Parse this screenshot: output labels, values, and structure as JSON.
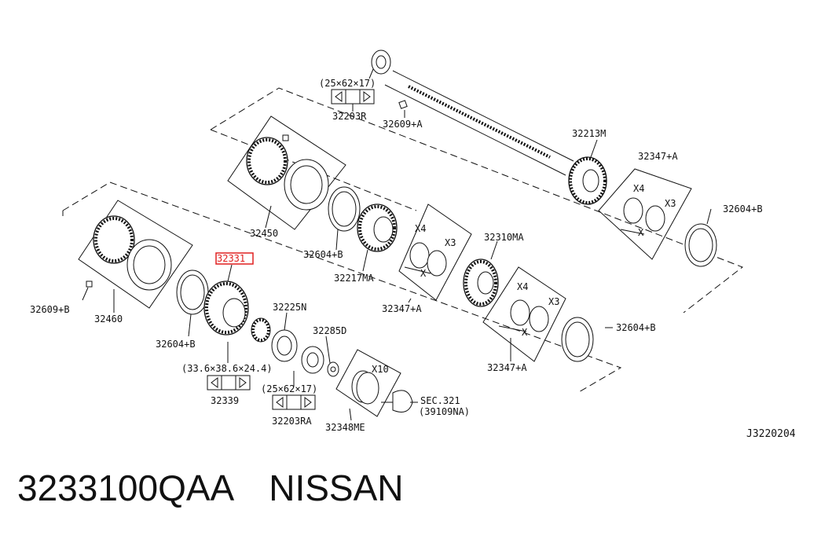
{
  "highlight_color": "#e02020",
  "diagram_code": "J3220204",
  "part_number": "3233100QAA",
  "brand": "NISSAN",
  "labels": {
    "p32203R": "32203R",
    "p32203R_dims": "(25×62×17)",
    "p32609A": "32609+A",
    "p32213M": "32213M",
    "p32347A_top": "32347+A",
    "x4_top": "X4",
    "x3_top": "X3",
    "x_top": "X",
    "p32604B_right": "32604+B",
    "p32450": "32450",
    "p32604B_mid": "32604+B",
    "p32217MA": "32217MA",
    "x4_mid": "X4",
    "x3_mid": "X3",
    "x_mid": "X",
    "p32347A_mid": "32347+A",
    "p32310MA": "32310MA",
    "p32331": "32331",
    "p32609B": "32609+B",
    "p32460": "32460",
    "p32225N": "32225N",
    "p32604B_low": "32604+B",
    "x4_low": "X4",
    "x3_low": "X3",
    "x_low": "X",
    "p32604B_lowright": "32604+B",
    "p32347A_low": "32347+A",
    "p32285D": "32285D",
    "x10": "X10",
    "p32339_dims": "(33.6×38.6×24.4)",
    "p32339": "32339",
    "p32203RA_dims": "(25×62×17)",
    "p32203RA": "32203RA",
    "p32348ME": "32348ME",
    "sec321": "SEC.321",
    "sec321_ref": "(39109NA)"
  }
}
